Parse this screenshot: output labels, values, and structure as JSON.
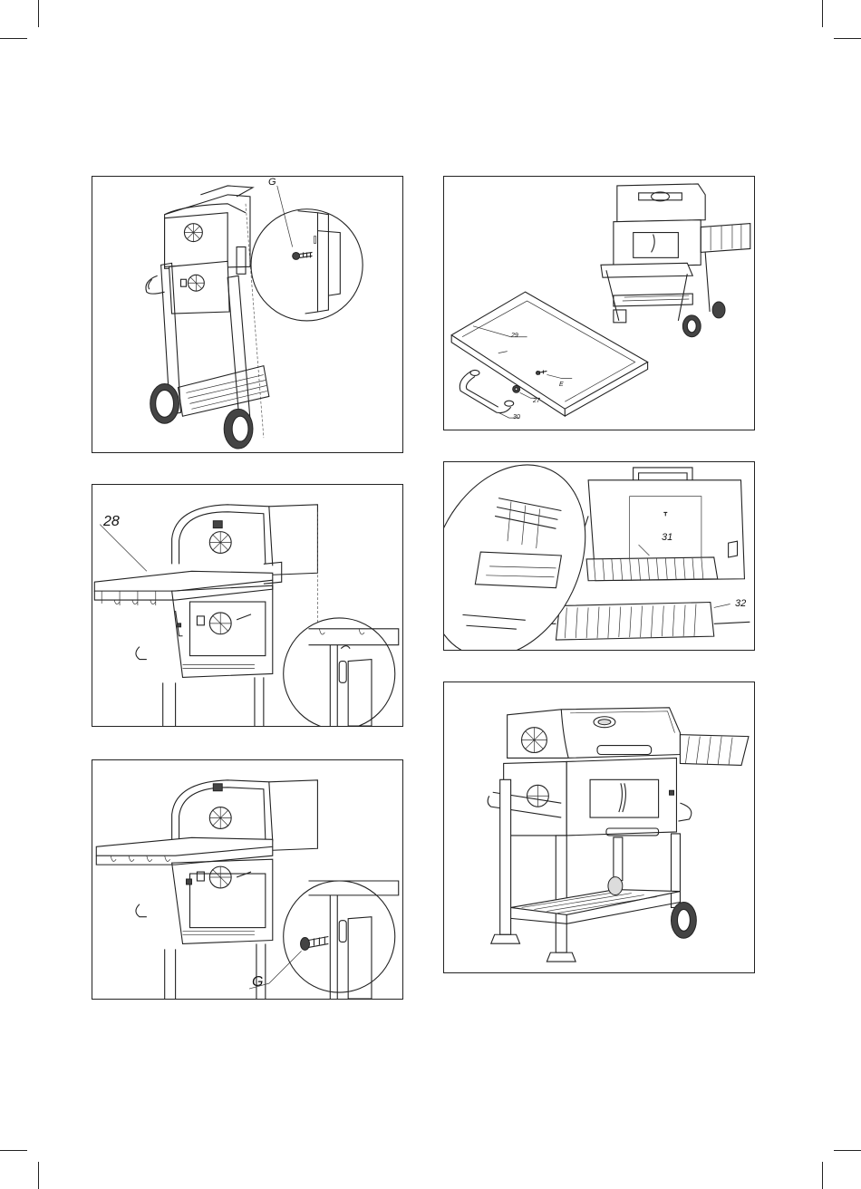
{
  "panels": [
    {
      "id": "step-1",
      "labels": {
        "g": "G"
      }
    },
    {
      "id": "step-2",
      "labels": {
        "l29": "29",
        "l27": "27",
        "l30": "30",
        "le": "E"
      }
    },
    {
      "id": "step-3",
      "labels": {
        "l28": "28"
      }
    },
    {
      "id": "step-4",
      "labels": {
        "l31": "31",
        "l32": "32"
      }
    },
    {
      "id": "step-5",
      "labels": {
        "g": "G"
      }
    },
    {
      "id": "step-6",
      "labels": {}
    }
  ],
  "icons": [
    "screw-icon",
    "washer-icon",
    "handle-icon",
    "wheel-icon",
    "vent-icon"
  ]
}
